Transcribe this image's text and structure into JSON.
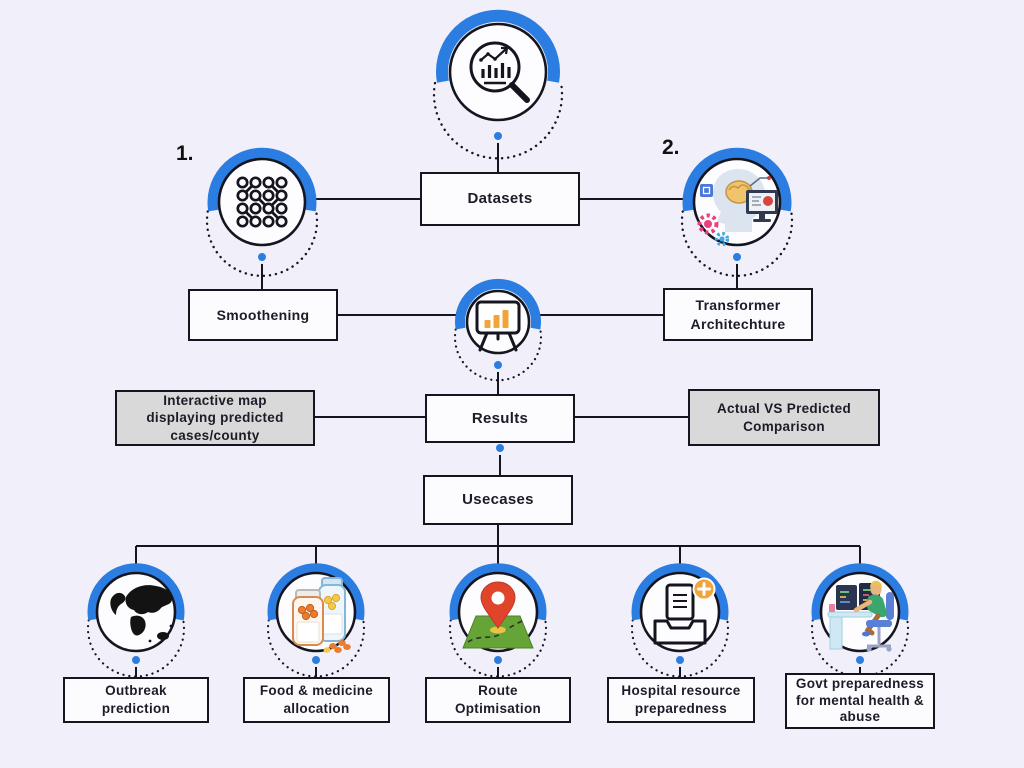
{
  "theme": {
    "background": "#f1eff9",
    "accent_blue": "#2b7de1",
    "ink": "#15151f",
    "box_background": "#fcfbfe",
    "note_background": "#d9d9d9",
    "orange": "#f2a33c",
    "map_green": "#67a437",
    "pin_red": "#e0452c"
  },
  "badges": {
    "dataset_source": "1.",
    "model": "2."
  },
  "nodes": {
    "analytics": {
      "icon": "chart-magnifier-icon"
    },
    "data_points": {
      "icon": "connected-dots-icon"
    },
    "ai_model": {
      "icon": "ai-brain-icon"
    },
    "presentation": {
      "icon": "presentation-chart-icon"
    }
  },
  "boxes": {
    "datasets": "Datasets",
    "smoothening": "Smoothening",
    "transformer": "Transformer\nArchitechture",
    "results": "Results",
    "map_note": "Interactive map\ndisplaying predicted\ncases/county",
    "comparison_note": "Actual VS Predicted\nComparison",
    "usecases": "Usecases"
  },
  "usecases": [
    {
      "label": "Outbreak\nprediction",
      "icon": "world-map-icon"
    },
    {
      "label": "Food & medicine\nallocation",
      "icon": "medicine-bottles-icon"
    },
    {
      "label": "Route\nOptimisation",
      "icon": "map-pin-icon"
    },
    {
      "label": "Hospital resource\npreparedness",
      "icon": "medical-inbox-icon"
    },
    {
      "label": "Govt preparedness\nfor mental health &\nabuse",
      "icon": "analyst-workstation-icon"
    }
  ]
}
